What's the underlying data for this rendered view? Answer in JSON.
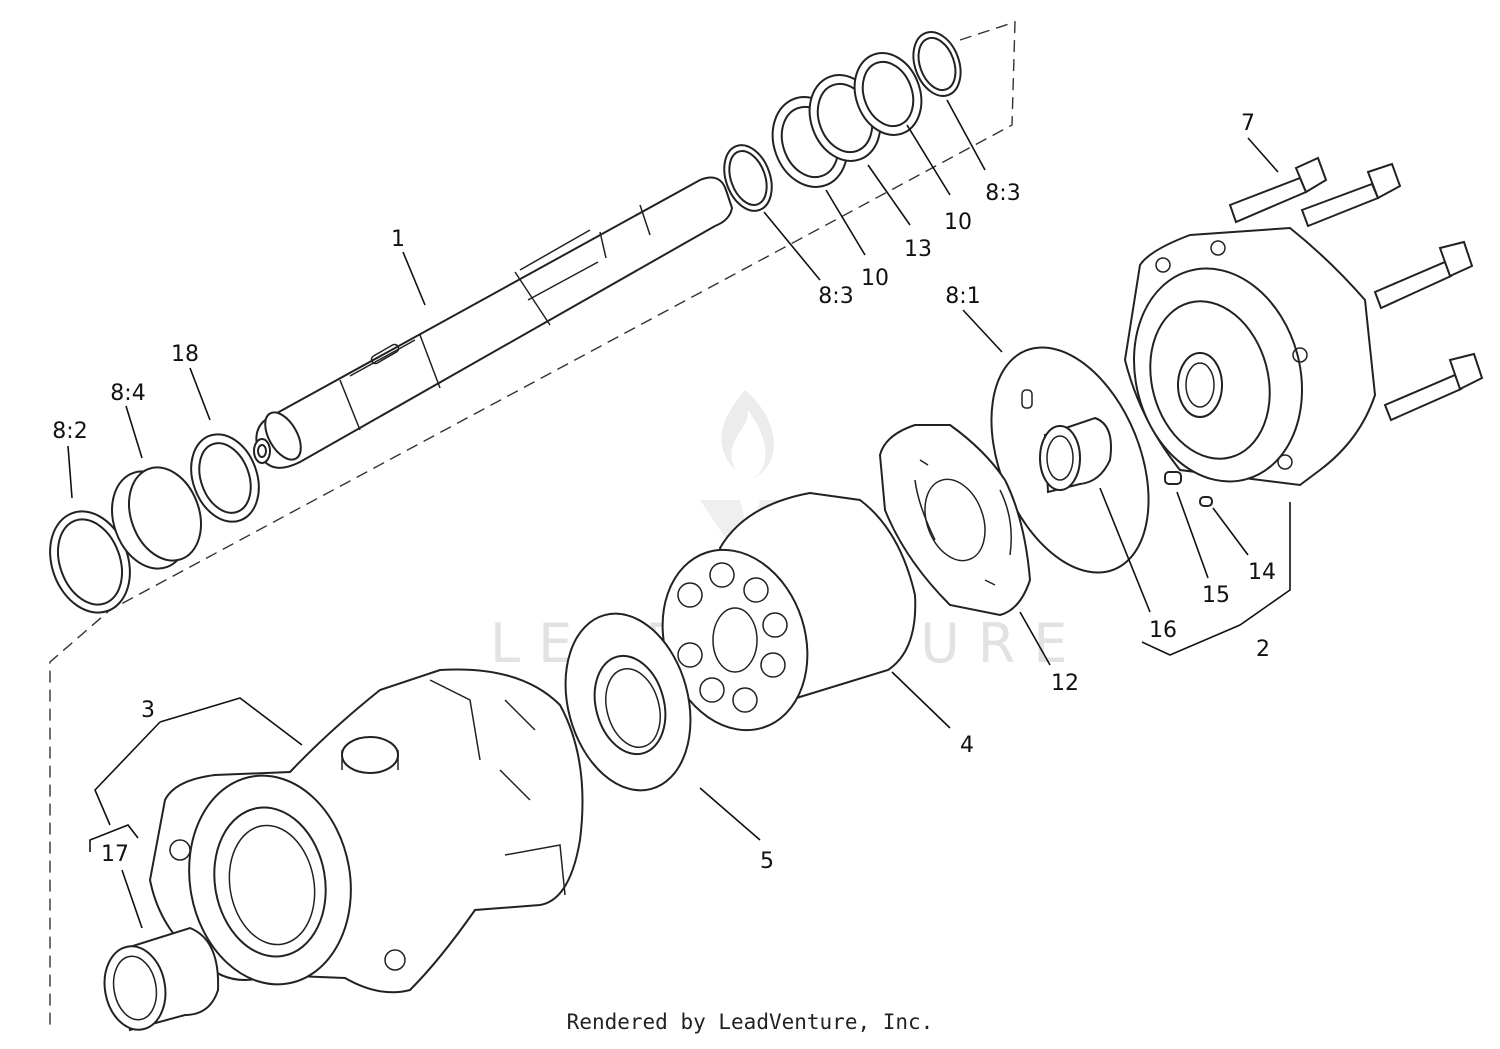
{
  "watermark": "LEADVENTURE",
  "credit": "Rendered by LeadVenture, Inc.",
  "callouts": [
    "1",
    "2",
    "3",
    "4",
    "5",
    "7",
    "8:1",
    "8:2",
    "8:3",
    "8:3",
    "8:4",
    "10",
    "10",
    "12",
    "13",
    "14",
    "15",
    "16",
    "17",
    "18"
  ]
}
